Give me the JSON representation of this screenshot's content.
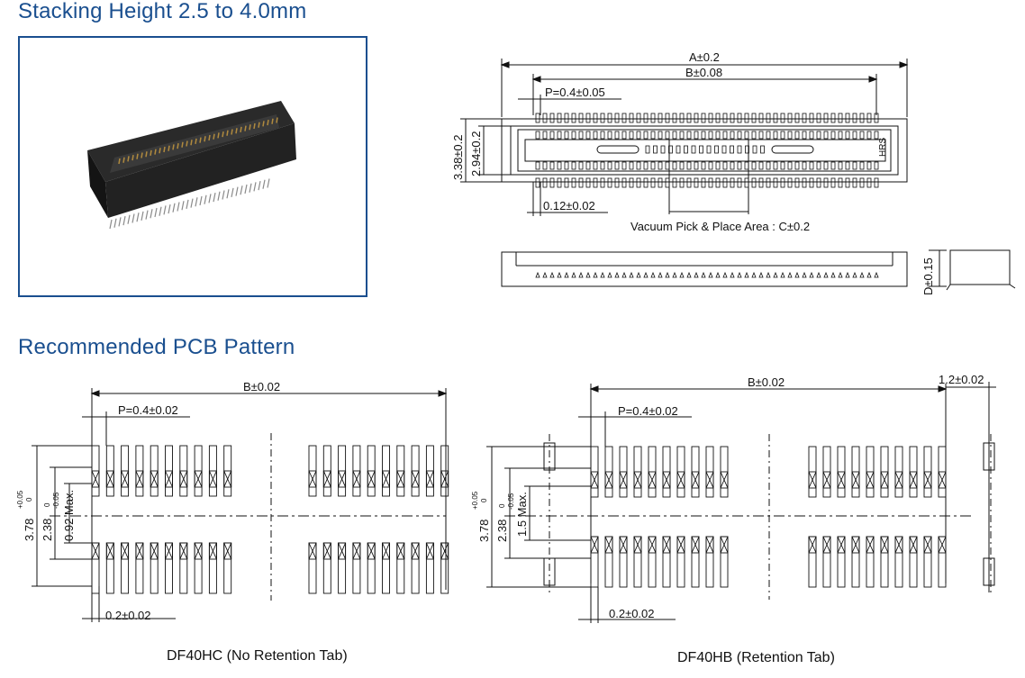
{
  "headings": {
    "stacking": "Stacking Height 2.5 to 4.0mm",
    "pcb": "Recommended PCB Pattern"
  },
  "top_drawing": {
    "dim_a": "A±0.2",
    "dim_b": "B±0.08",
    "pitch": "P=0.4±0.05",
    "height_outer": "3.38±0.2",
    "height_inner": "2.94±0.2",
    "pin_width": "0.12±0.02",
    "vacuum_area": "Vacuum Pick & Place Area : C±0.2",
    "marking": "HRS",
    "side_height": "D±0.15"
  },
  "pcb_hc": {
    "dim_b": "B±0.02",
    "pitch": "P=0.4±0.02",
    "outer": "3.78",
    "outer_tol_plus": "+0.05",
    "outer_tol_minus": "0",
    "inner": "2.38",
    "inner_tol_plus": "0",
    "inner_tol_minus": "-0.05",
    "max_gap": "0.92 Max.",
    "pad_width": "0.2±0.02",
    "caption": "DF40HC (No Retention Tab)"
  },
  "pcb_hb": {
    "dim_b": "B±0.02",
    "tab_offset": "1.2±0.02",
    "pitch": "P=0.4±0.02",
    "outer": "3.78",
    "outer_tol_plus": "+0.05",
    "outer_tol_minus": "0",
    "inner": "2.38",
    "inner_tol_plus": "0",
    "inner_tol_minus": "-0.05",
    "max_gap": "1.5 Max.",
    "pad_width": "0.2±0.02",
    "caption": "DF40HB (Retention Tab)"
  },
  "colors": {
    "heading": "#1a4f8f",
    "frame": "#1a4f8f",
    "line": "#111111"
  }
}
